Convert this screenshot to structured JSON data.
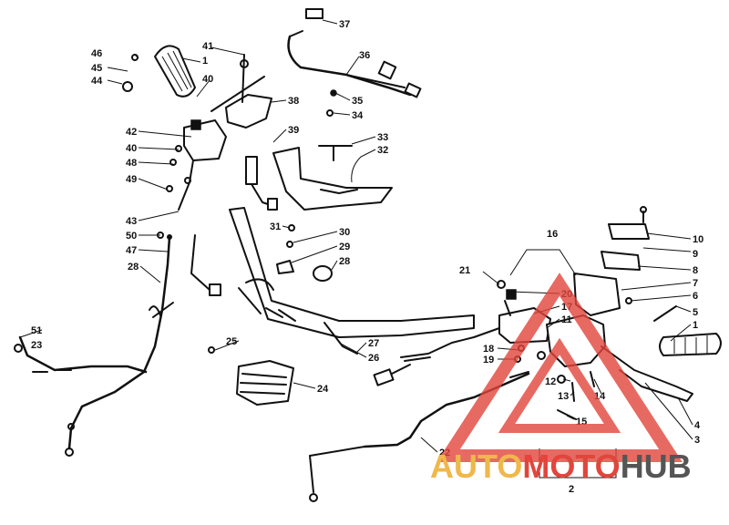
{
  "callouts": {
    "c1a": "1",
    "c1b": "1",
    "c2": "2",
    "c3": "3",
    "c4": "4",
    "c5": "5",
    "c6": "6",
    "c7": "7",
    "c8": "8",
    "c9": "9",
    "c10": "10",
    "c11": "11",
    "c12": "12",
    "c13": "13",
    "c14": "14",
    "c15": "15",
    "c16": "16",
    "c17": "17",
    "c18": "18",
    "c19": "19",
    "c20": "20",
    "c21": "21",
    "c22": "22",
    "c23": "23",
    "c24": "24",
    "c25": "25",
    "c26": "26",
    "c27": "27",
    "c28a": "28",
    "c28b": "28",
    "c29": "29",
    "c30": "30",
    "c31": "31",
    "c32": "32",
    "c33": "33",
    "c34": "34",
    "c35": "35",
    "c36": "36",
    "c37": "37",
    "c38": "38",
    "c39": "39",
    "c40a": "40",
    "c40b": "40",
    "c41": "41",
    "c42": "42",
    "c43": "43",
    "c44": "44",
    "c45": "45",
    "c46": "46",
    "c47": "47",
    "c48": "48",
    "c49": "49",
    "c50": "50",
    "c51": "51"
  },
  "watermark": {
    "part1": "AUTO",
    "part2": "MOTO",
    "part3": "HUB",
    "color_primary": "#f0b84a",
    "color_secondary": "#e2453c",
    "color_tertiary": "#555555"
  }
}
